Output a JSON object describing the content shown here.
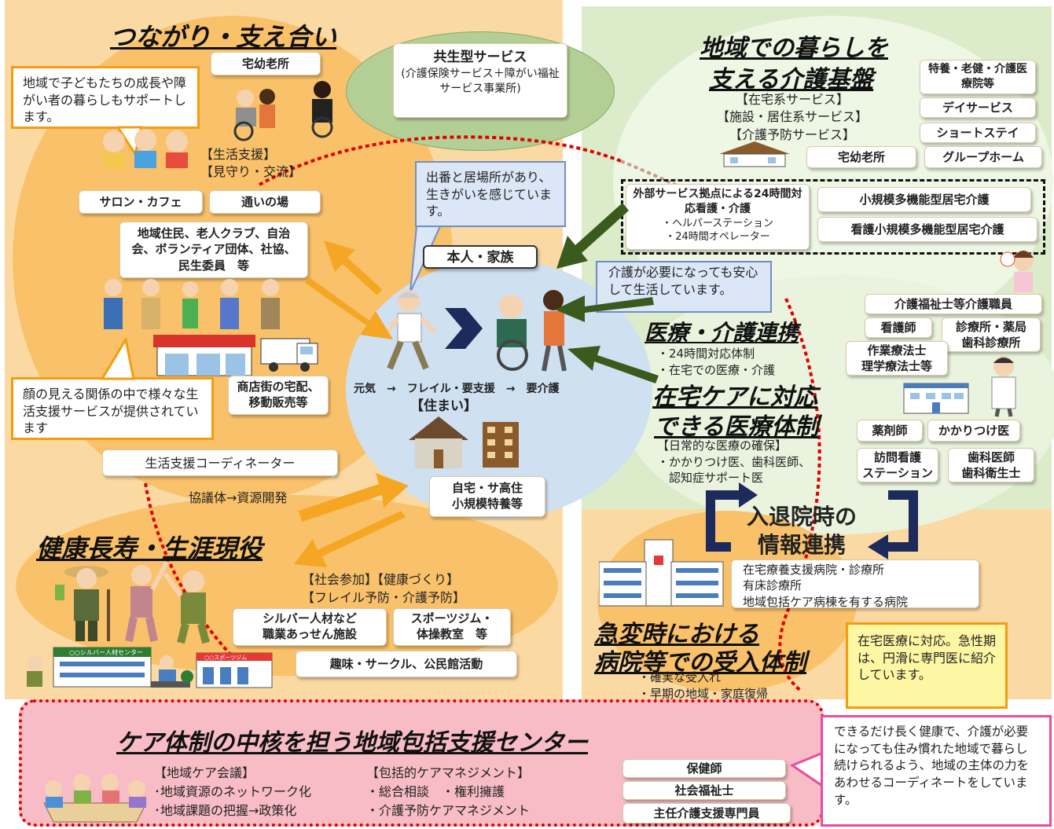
{
  "sections": {
    "tsunagari": {
      "title": "つながり・支え合い",
      "takuyou_top": "宅幼老所",
      "callout_children": "地域で子どもたちの成長や障がい者の暮らしもサポートします。",
      "support_label": "【生活支援】\n【見守り・交流】",
      "salon": "サロン・カフェ",
      "kayoi": "通いの場",
      "residents": "地域住民、老人クラブ、自治会、ボランティア団体、社協、民生委員　等",
      "callout_faces": "顔の見える関係の中で様々な生活支援サービスが提供されています",
      "shoutengai": "商店街の宅配、移動販売等",
      "coordinator": "生活支援コーディネーター",
      "kyougitai": "協議体→資源開発"
    },
    "kyousei": {
      "title": "共生型サービス",
      "sub": "(介護保険サービス＋障がい福祉サービス事業所)"
    },
    "kiban": {
      "title_line1": "地域での暮らしを",
      "title_line2": "支える介護基盤",
      "services": "【在宅系サービス】\n【施設・居住系サービス】\n【介護予防サービス】",
      "tokuyou": "特養・老健・介護医療院等",
      "day": "デイサービス",
      "short": "ショートステイ",
      "takuyou": "宅幼老所",
      "group": "グループホーム",
      "gaibu": "外部サービス拠点による24時間対応看護・介護",
      "gaibu_sub": "・ヘルパーステーション\n・24時間オペレーター",
      "shoukibo": "小規模多機能型居宅介護",
      "kango_shoukibo": "看護小規模多機能型居宅介護"
    },
    "center": {
      "speech1": "出番と居場所があり、生きがいを感じています。",
      "person_label": "本人・家族",
      "speech2": "介護が必要になっても安心して生活しています。",
      "progression": "元気　→　フレイル・要支援　→　要介護",
      "sumai": "【住まい】",
      "house_label": "自宅・サ高住\n小規模特養等"
    },
    "iryou": {
      "renkei_title": "医療・介護連携",
      "renkei_items": "・24時間対応体制\n・在宅での医療・介護",
      "zaitaku_title_line1": "在宅ケアに対応",
      "zaitaku_title_line2": "できる医療体制",
      "nichijou": "【日常的な医療の確保】",
      "kakaritsuke_text": "・かかりつけ医、歯科医師、\n　認知症サポート医",
      "kaigofukushi": "介護福祉士等介護職員",
      "kangoshi": "看護師",
      "shinryoujo": "診療所・薬局\n歯科診療所",
      "sagyou": "作業療法士\n理学療法士等",
      "yakuzaishi": "薬剤師",
      "kakaritsuke": "かかりつけ医",
      "houmon": "訪問看護\nステーション",
      "shika": "歯科医師\n歯科衛生士"
    },
    "nyutaiin": {
      "title_line1": "入退院時の",
      "title_line2": "情報連携",
      "hospitals": "在宅療養支援病院・診療所\n有床診療所\n地域包括ケア病棟を有する病院",
      "kyuuhen_line1": "急変時における",
      "kyuuhen_line2": "病院等での受入体制",
      "kyuuhen_items": "・確実な受入れ\n・早期の地域・家庭復帰",
      "callout": "在宅医療に対応。急性期は、円滑に専門医に紹介しています。"
    },
    "kenkou": {
      "title": "健康長寿・生涯現役",
      "labels": "【社会参加】【健康づくり】\n【フレイル予防・介護予防】",
      "silver": "シルバー人材など\n職業あっせん施設",
      "sports": "スポーツジム・\n体操教室　等",
      "shumi": "趣味・サークル、公民館活動",
      "building1_sign": "○○シルバー人材センター",
      "building2_sign": "○○スポーツジム"
    },
    "houkatsu": {
      "title": "ケア体制の中核を担う地域包括支援センター",
      "kaigi": "【地域ケア会議】\n･地域資源のネットワーク化\n･地域課題の把握→政策化",
      "management": "【包括的ケアマネジメント】\n・総合相談　・権利擁護\n・介護予防ケアマネジメント",
      "hokenshi": "保健師",
      "shakaifukushi": "社会福祉士",
      "shunin": "主任介護支援専門員",
      "callout": "できるだけ長く健康で、介護が必要になっても住み慣れた地域で暮らし続けられるよう、地域の主体の力をあわせるコーディネートをしています。"
    }
  },
  "colors": {
    "orange_bg": "#fbd9a3",
    "orange_blob": "#f9c16a",
    "green_bg": "#dcebc9",
    "green_blob": "#c6dfa8",
    "blue_center": "#cfe0f1",
    "pink_box": "#f7bcc5",
    "dark_navy": "#1c2a5c",
    "dark_green_arrow": "#3b5a1e",
    "orange_arrow": "#f5a623",
    "red_dotted": "#e00000",
    "yellow_callout": "#fdf6a3"
  }
}
